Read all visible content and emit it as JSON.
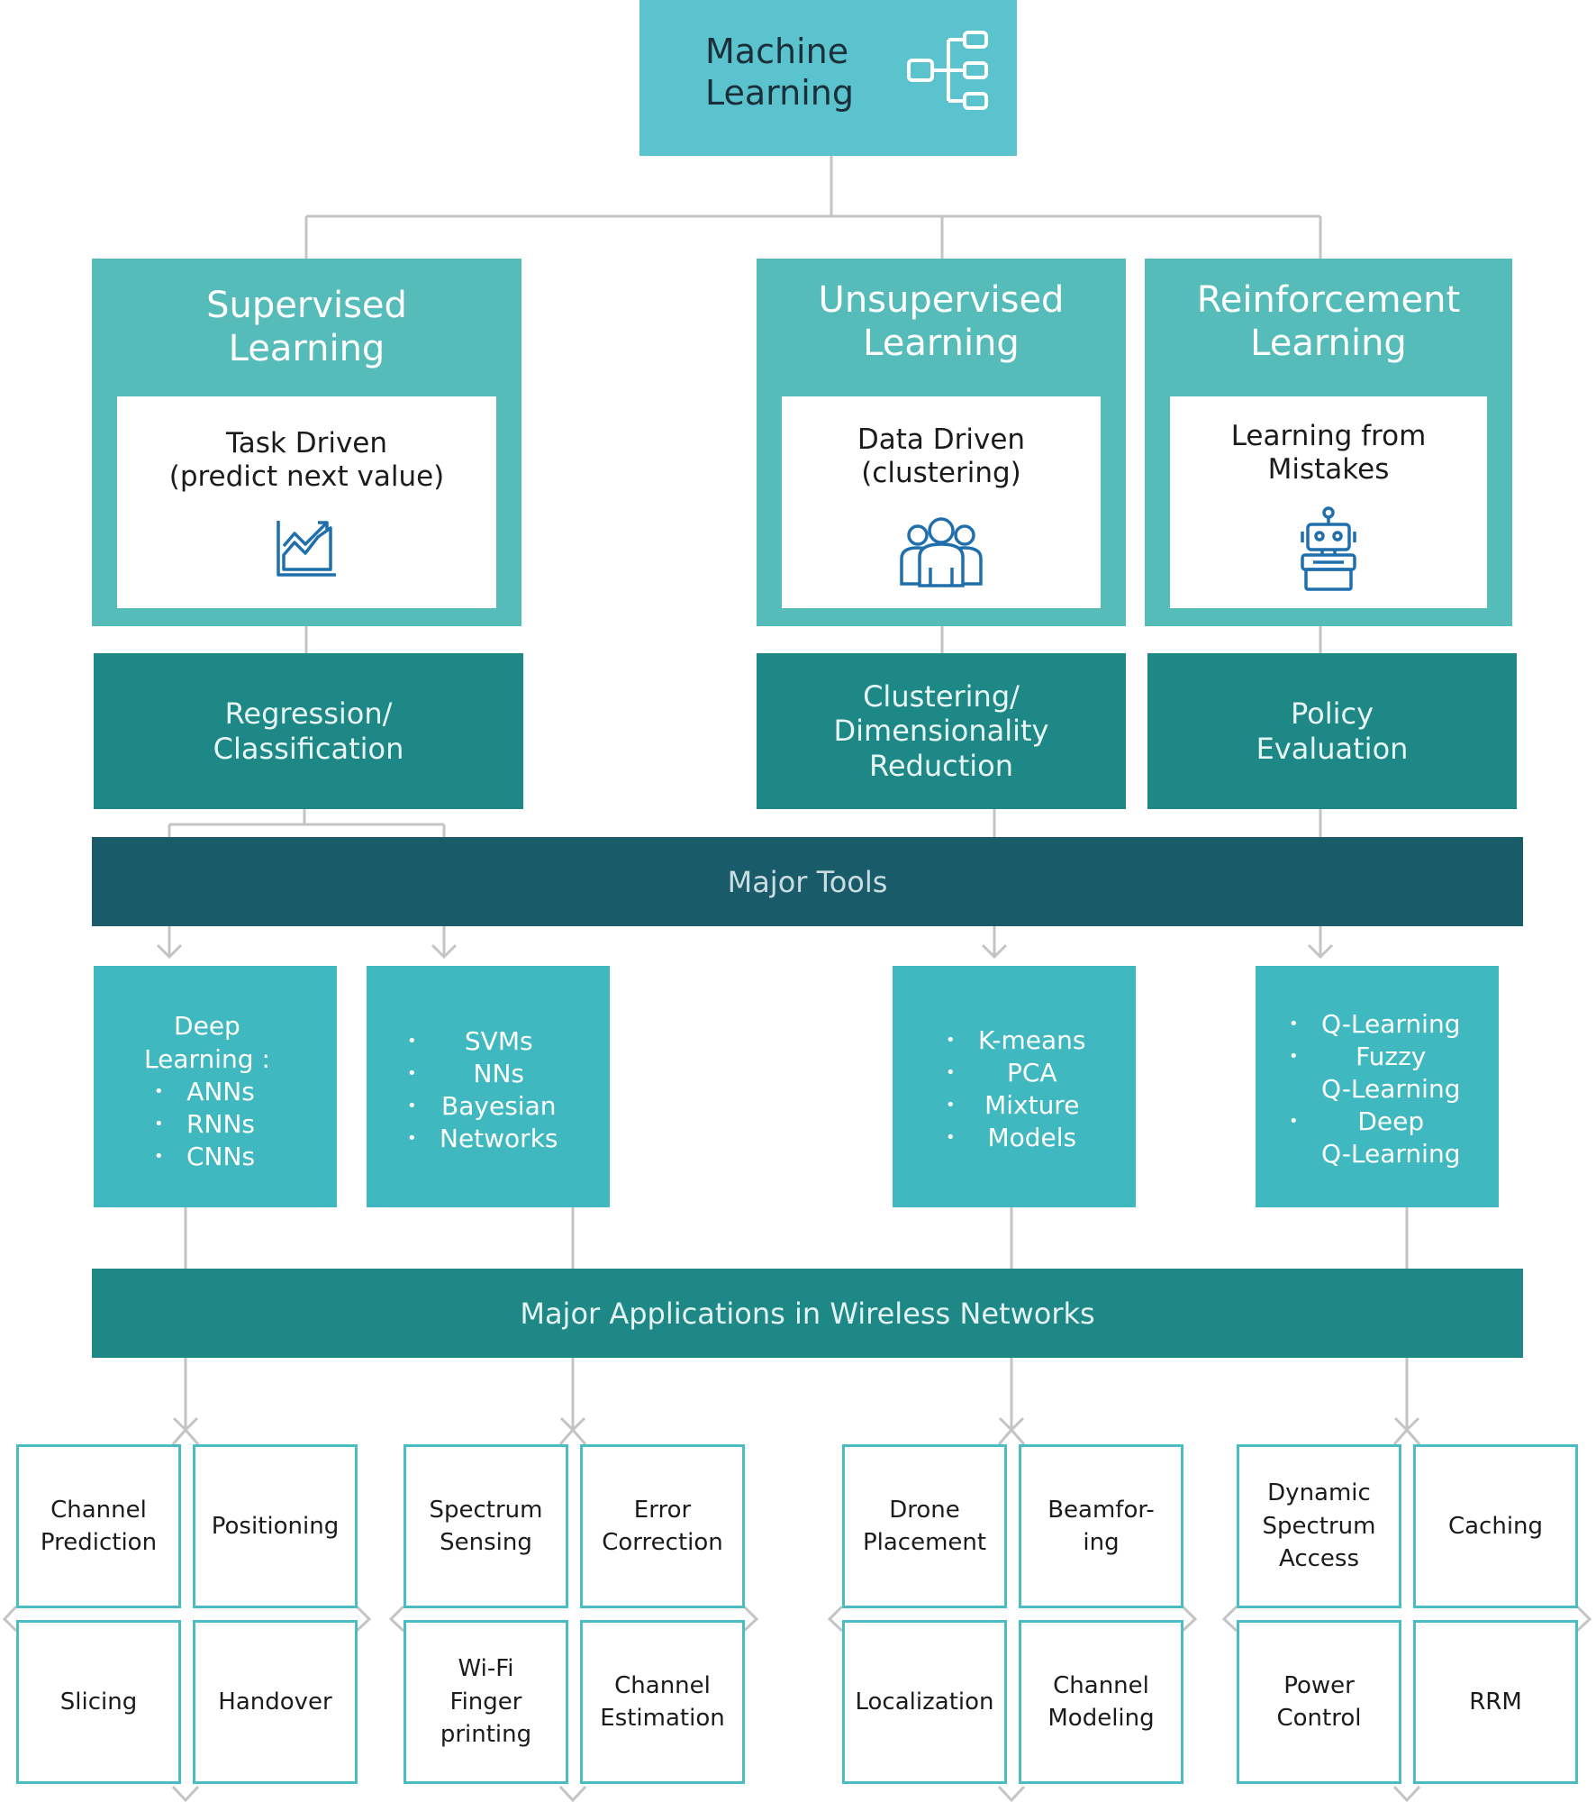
{
  "root": {
    "title": "Machine\nLearning",
    "icon": "hierarchy-icon"
  },
  "categories": [
    {
      "heading": "Supervised\nLearning",
      "description": "Task Driven\n(predict next value)",
      "icon": "growth-chart-icon"
    },
    {
      "heading": "Unsupervised\nLearning",
      "description": "Data Driven\n(clustering)",
      "icon": "group-icon"
    },
    {
      "heading": "Reinforcement\nLearning",
      "description": "Learning from\nMistakes",
      "icon": "robot-icon"
    }
  ],
  "methods": [
    "Regression/\nClassification",
    "Clustering/\nDimensionality\nReduction",
    "Policy\nEvaluation"
  ],
  "major_tools": "Major Tools",
  "tools": {
    "deep_learning": {
      "heading": "Deep\nLearning :",
      "items": [
        "ANNs",
        "RNNs",
        "CNNs"
      ]
    },
    "classic": [
      "SVMs",
      "NNs",
      "Bayesian",
      "Networks"
    ],
    "unsupervised": [
      "K-means",
      "PCA",
      "Mixture",
      "Models"
    ],
    "reinforcement": [
      {
        "bullet": true,
        "text": "Q-Learning"
      },
      {
        "bullet": true,
        "text": "Fuzzy"
      },
      {
        "bullet": false,
        "text": "Q-Learning"
      },
      {
        "bullet": true,
        "text": "Deep"
      },
      {
        "bullet": false,
        "text": "Q-Learning"
      }
    ]
  },
  "major_applications": "Major Applications in Wireless Networks",
  "applications": [
    [
      "Channel\nPrediction",
      "Positioning",
      "Slicing",
      "Handover"
    ],
    [
      "Spectrum\nSensing",
      "Error\nCorrection",
      "Wi-Fi\nFinger\nprinting",
      "Channel\nEstimation"
    ],
    [
      "Drone\nPlacement",
      "Beamfor-\ning",
      "Localization",
      "Channel\nModeling"
    ],
    [
      "Dynamic\nSpectrum\nAccess",
      "Caching",
      "Power\nControl",
      "RRM"
    ]
  ],
  "colors": {
    "root": "#5ac3cd",
    "category": "#55bcb9",
    "method": "#1e8887",
    "tools_band": "#1a5b6a",
    "apps_band": "#1e8887",
    "tool": "#40b8c0",
    "app_border": "#49bdc3",
    "icon": "#1f6fad",
    "connector": "#c4c4c4"
  }
}
